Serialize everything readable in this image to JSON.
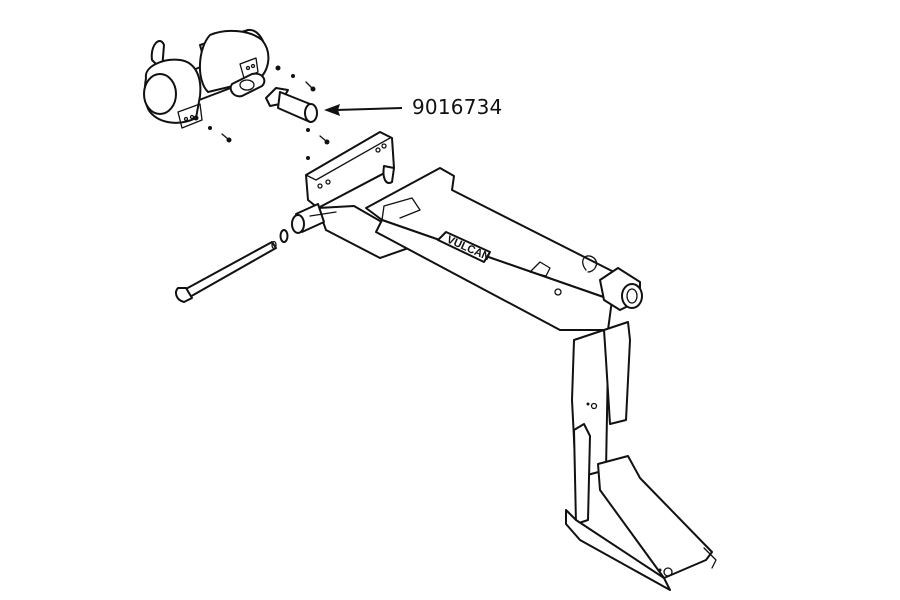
{
  "diagram": {
    "type": "exploded-parts-illustration",
    "callouts": [
      {
        "part_number": "9016734",
        "points_to": "exhaust-tailpipe"
      }
    ],
    "labels": {
      "brand_plate": "VULCAN"
    },
    "parts": [
      "muffler",
      "exhaust-gasket",
      "exhaust-tailpipe",
      "mounting-bolts",
      "hitch-frame",
      "pivot-pin",
      "pin-washer",
      "hitch-clip",
      "stand-leg"
    ],
    "colors": {
      "line": "#111111",
      "background": "#ffffff"
    }
  }
}
